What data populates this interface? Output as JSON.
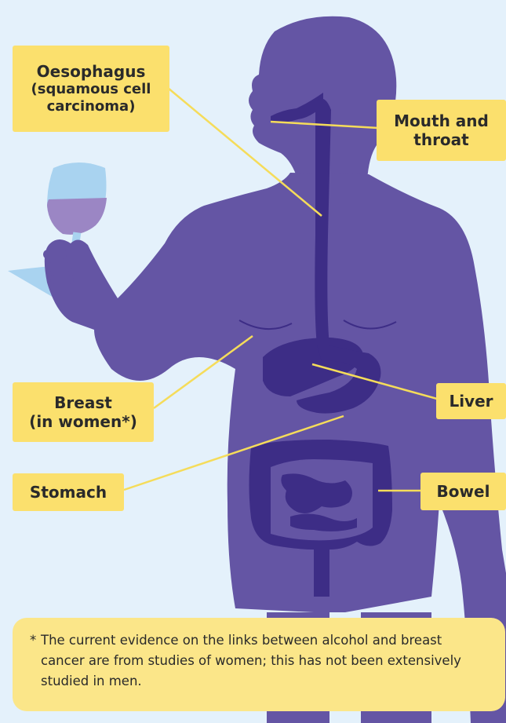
{
  "labels": {
    "oesophagus": {
      "main": "Oesophagus",
      "sub": "(squamous cell carcinoma)"
    },
    "mouth_throat": "Mouth and throat",
    "breast": {
      "main": "Breast",
      "sub": "(in women*)"
    },
    "liver": "Liver",
    "stomach": "Stomach",
    "bowel": "Bowel"
  },
  "footnote": {
    "marker": "*",
    "text": "The current evidence on the links between alcohol and breast cancer are from studies of women; this has not been extensively studied in men."
  },
  "colors": {
    "background": "#e4f1fb",
    "body": "#6455a4",
    "organs": "#3d2d86",
    "label_bg": "#fbe06d",
    "connector": "#f5dc5a",
    "wine": "#9b86c4",
    "glass": "#a9d3f0"
  }
}
